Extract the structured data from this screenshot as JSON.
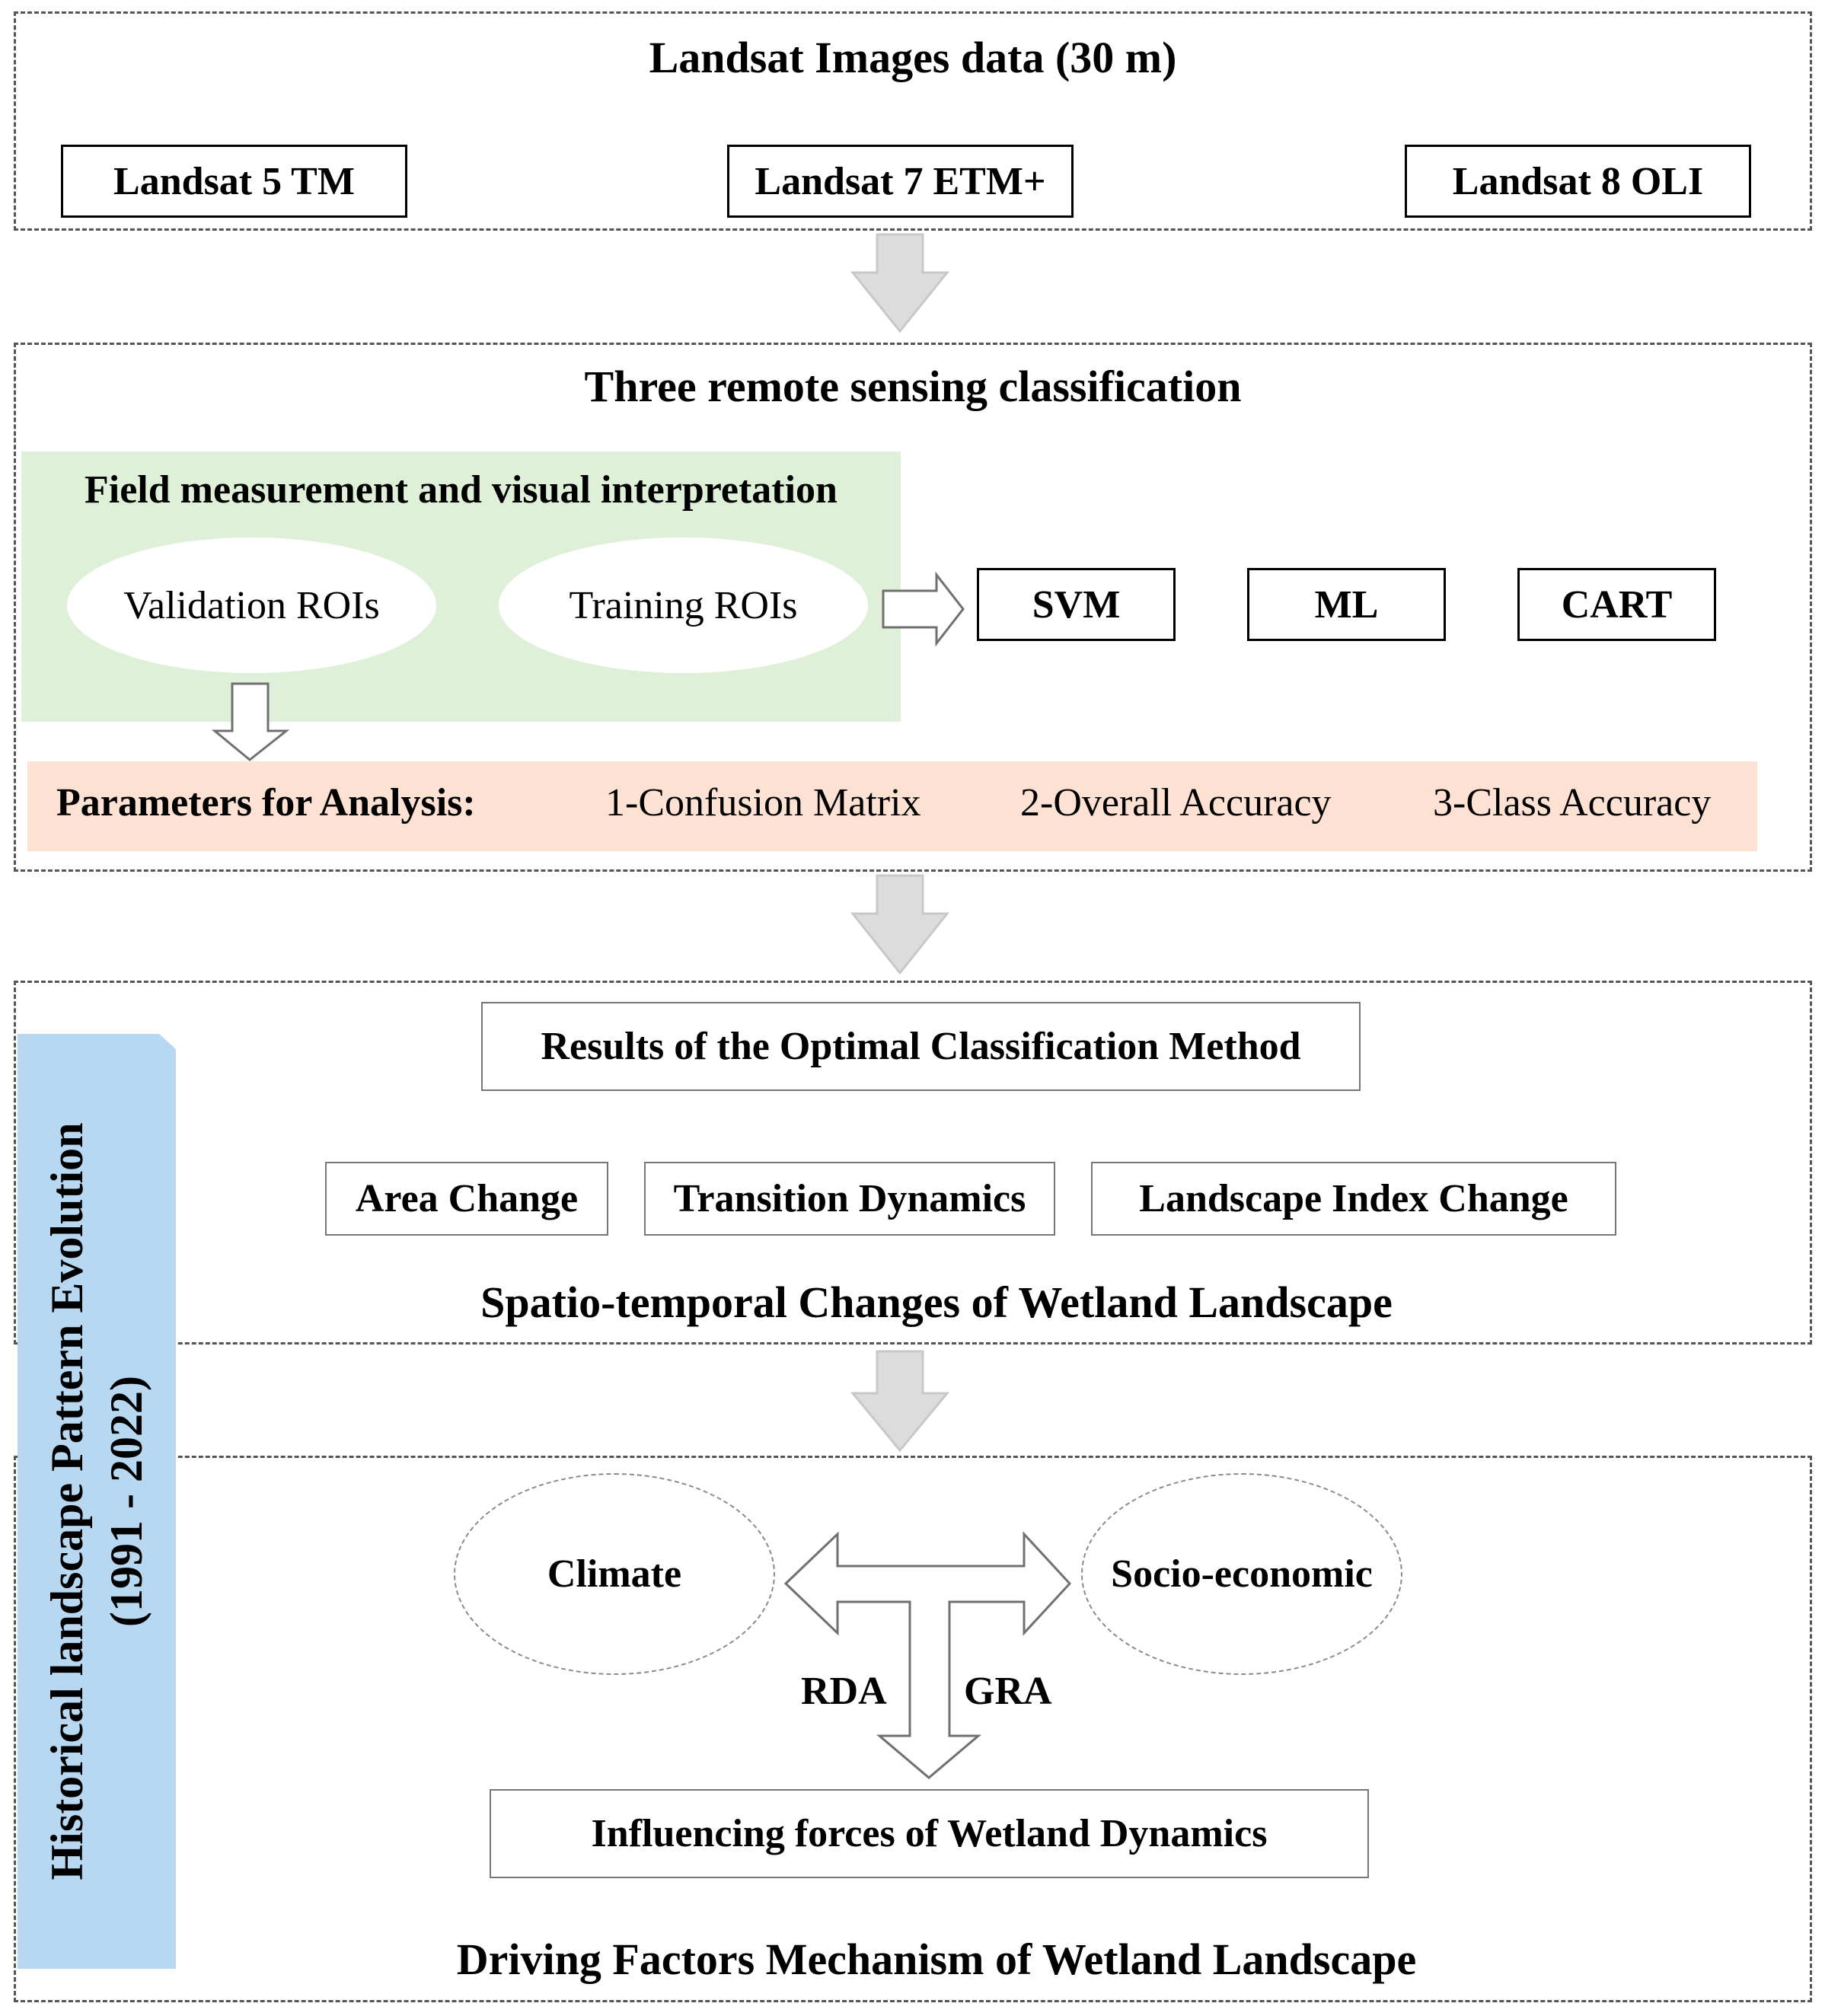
{
  "section1": {
    "title": "Landsat Images data (30 m)",
    "sensors": [
      "Landsat 5 TM",
      "Landsat 7 ETM+",
      "Landsat 8 OLI"
    ]
  },
  "section2": {
    "title": "Three remote sensing classification",
    "field": {
      "title": "Field measurement and visual interpretation",
      "validation": "Validation ROIs",
      "training": "Training ROIs"
    },
    "methods": [
      "SVM",
      "ML",
      "CART"
    ],
    "parameters": {
      "label": "Parameters for Analysis:",
      "items": [
        "1-Confusion Matrix",
        "2-Overall Accuracy",
        "3-Class Accuracy"
      ]
    }
  },
  "section3": {
    "result": "Results of the Optimal Classification Method",
    "changes": [
      "Area Change",
      "Transition Dynamics",
      "Landscape Index Change"
    ],
    "title": "Spatio-temporal Changes of Wetland Landscape"
  },
  "section4": {
    "climate": "Climate",
    "socio": "Socio-economic",
    "rda": "RDA",
    "gra": "GRA",
    "influence": "Influencing forces of Wetland Dynamics",
    "title": "Driving Factors Mechanism of Wetland Landscape"
  },
  "side_label": {
    "line1": "Historical  landscape  Pattern  Evolution",
    "line2": "(1991 - 2022)"
  },
  "colors": {
    "field_bg": "#dff0d8",
    "param_bg": "#fde2d3",
    "side_bg": "#b7d8f0",
    "arrow_fill": "#dcdcdc"
  }
}
